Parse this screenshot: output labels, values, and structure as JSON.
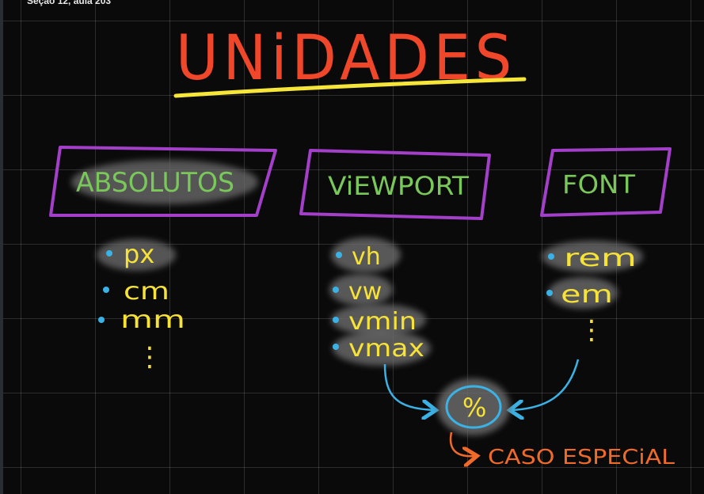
{
  "header": {
    "lesson_label": "Seção 12, aula 203"
  },
  "title": "UNiDADES",
  "categories": [
    {
      "id": "absolutos",
      "label": "ABSOLUTOS",
      "items": [
        "px",
        "cm",
        "mm"
      ],
      "more": "⋮"
    },
    {
      "id": "viewport",
      "label": "ViEWPORT",
      "items": [
        "vh",
        "vw",
        "vmin",
        "vmax"
      ]
    },
    {
      "id": "font",
      "label": "FONT",
      "items": [
        "rem",
        "em"
      ],
      "more": "⋮"
    }
  ],
  "special": {
    "symbol": "%",
    "label": "CASO ESPECiAL"
  },
  "colors": {
    "background": "#0a0a0a",
    "title": "#f0462a",
    "underline": "#f6e63a",
    "box": "#a33fc9",
    "category_text": "#7ac75a",
    "item_text": "#f7e238",
    "bullet": "#3ab2e6",
    "arrow": "#3ab2e6",
    "special": "#f06a2a",
    "highlight": "#6e6e6e"
  }
}
